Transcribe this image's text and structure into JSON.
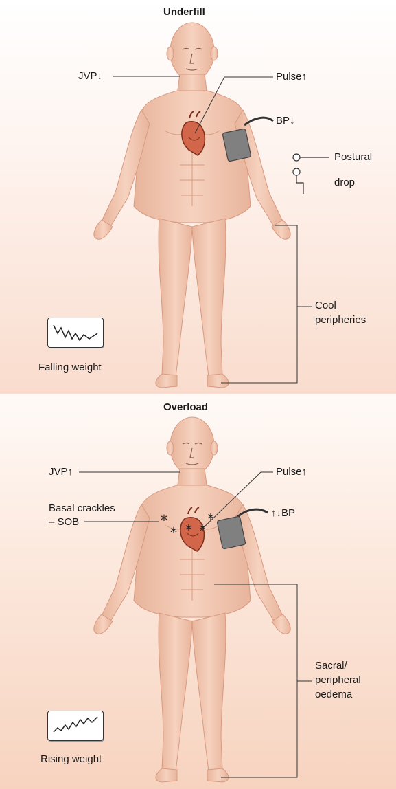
{
  "underfill": {
    "title": "Underfill",
    "jvp": "JVP↓",
    "pulse": "Pulse↑",
    "bp": "BP↓",
    "postural_1": "Postural",
    "postural_2": "drop",
    "cool_1": "Cool",
    "cool_2": "peripheries",
    "weight": "Falling weight"
  },
  "overload": {
    "title": "Overload",
    "jvp": "JVP↑",
    "pulse": "Pulse↑",
    "bp": "↑↓BP",
    "crackles_1": "Basal crackles",
    "crackles_2": "– SOB",
    "oedema_1": "Sacral/",
    "oedema_2": "peripheral",
    "oedema_3": "oedema",
    "weight": "Rising weight"
  },
  "colors": {
    "skin": "#f2c6b0",
    "skin_shade": "#e3a68b",
    "heart": "#c8553a",
    "cuff": "#7a7a7a",
    "line": "#333333"
  }
}
